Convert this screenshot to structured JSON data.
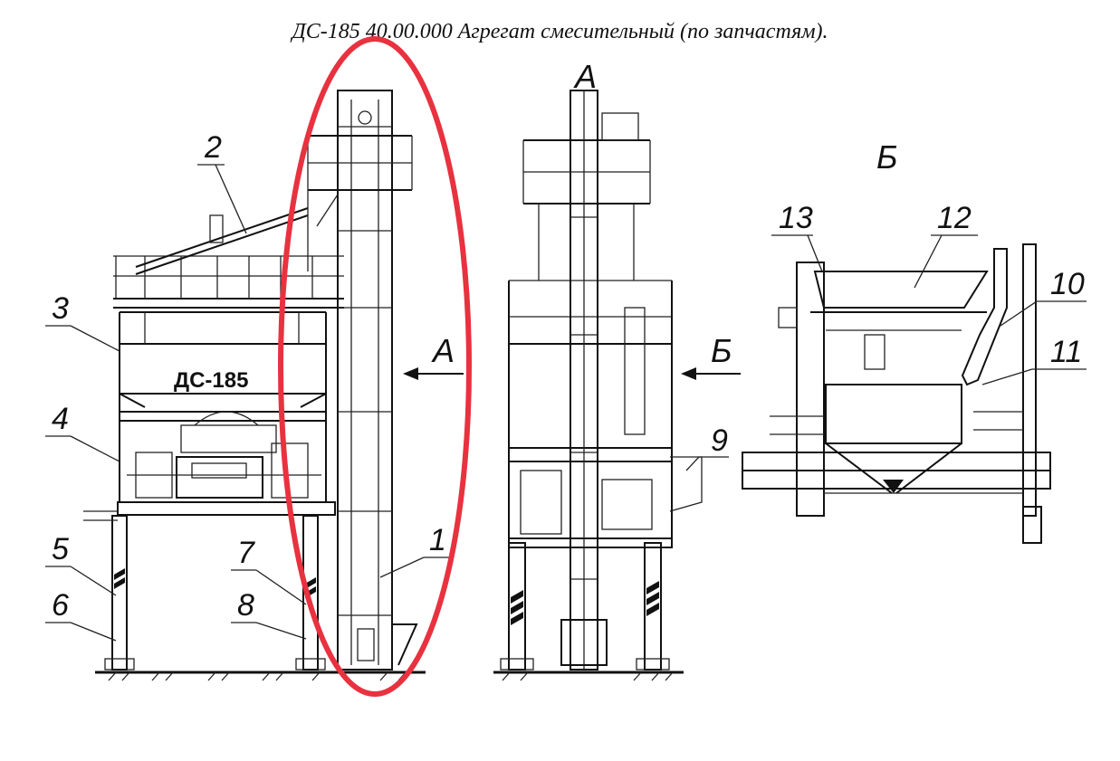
{
  "title": "ДС-185 40.00.000  Агрегат смесительный (по запчастям).",
  "brand": "ДС-185",
  "views": {
    "a": "А",
    "b": "Б"
  },
  "callouts": [
    "1",
    "2",
    "3",
    "4",
    "5",
    "6",
    "7",
    "8",
    "9",
    "10",
    "11",
    "12",
    "13"
  ],
  "highlight": {
    "color": "#e8323f",
    "target": "1"
  }
}
